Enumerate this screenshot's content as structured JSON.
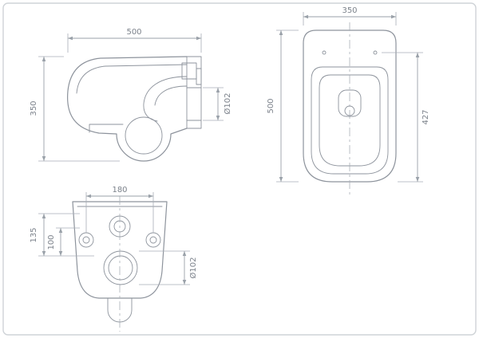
{
  "colors": {
    "line": "#8d939c",
    "dimension": "#9aa1a9",
    "text": "#7c828b",
    "frame": "#cfd3d7",
    "background": "#ffffff"
  },
  "views": {
    "side": {
      "width": "500",
      "height": "350",
      "outlet_diameter": "Ø102"
    },
    "top": {
      "width": "350",
      "depth": "500",
      "hinge_distance": "427"
    },
    "rear": {
      "bolt_spacing": "180",
      "height_a": "135",
      "height_b": "100",
      "outlet_diameter": "Ø102"
    }
  }
}
